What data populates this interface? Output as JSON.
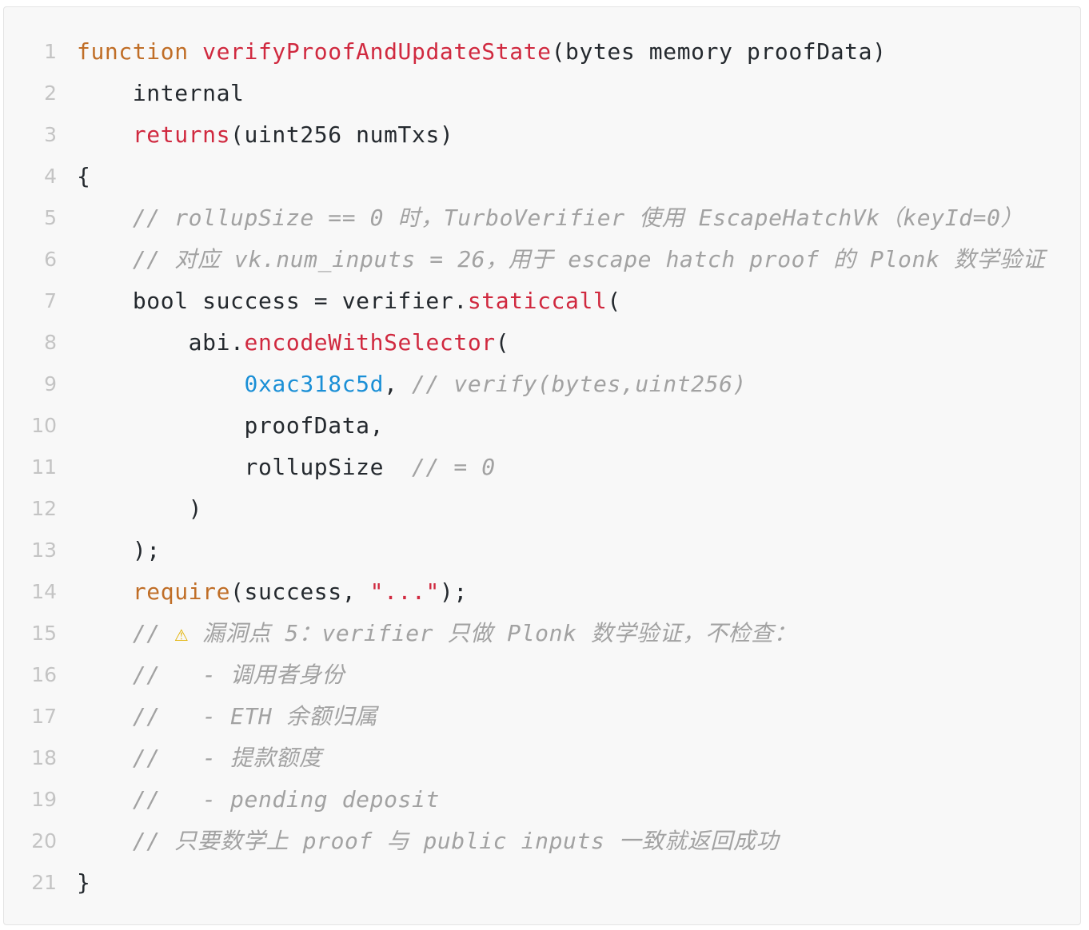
{
  "code": {
    "lines": [
      {
        "n": "1",
        "tokens": [
          {
            "t": "function",
            "k": "keyword"
          },
          {
            "t": " ",
            "k": "plain"
          },
          {
            "t": "verifyProofAndUpdateState",
            "k": "name"
          },
          {
            "t": "(bytes memory proofData)",
            "k": "plain"
          }
        ]
      },
      {
        "n": "2",
        "tokens": [
          {
            "t": "    internal",
            "k": "plain"
          }
        ]
      },
      {
        "n": "3",
        "tokens": [
          {
            "t": "    ",
            "k": "plain"
          },
          {
            "t": "returns",
            "k": "name"
          },
          {
            "t": "(uint256 numTxs)",
            "k": "plain"
          }
        ]
      },
      {
        "n": "4",
        "tokens": [
          {
            "t": "{",
            "k": "plain"
          }
        ]
      },
      {
        "n": "5",
        "tokens": [
          {
            "t": "    ",
            "k": "plain"
          },
          {
            "t": "// rollupSize == 0 时，TurboVerifier 使用 EscapeHatchVk（keyId=0）",
            "k": "comment"
          }
        ]
      },
      {
        "n": "6",
        "tokens": [
          {
            "t": "    ",
            "k": "plain"
          },
          {
            "t": "// 对应 vk.num_inputs = 26，用于 escape hatch proof 的 Plonk 数学验证",
            "k": "comment"
          }
        ]
      },
      {
        "n": "7",
        "tokens": [
          {
            "t": "    bool success = verifier.",
            "k": "plain"
          },
          {
            "t": "staticcall",
            "k": "name"
          },
          {
            "t": "(",
            "k": "plain"
          }
        ]
      },
      {
        "n": "8",
        "tokens": [
          {
            "t": "        abi.",
            "k": "plain"
          },
          {
            "t": "encodeWithSelector",
            "k": "name"
          },
          {
            "t": "(",
            "k": "plain"
          }
        ]
      },
      {
        "n": "9",
        "tokens": [
          {
            "t": "            ",
            "k": "plain"
          },
          {
            "t": "0xac318c5d",
            "k": "number"
          },
          {
            "t": ", ",
            "k": "plain"
          },
          {
            "t": "// verify(bytes,uint256)",
            "k": "comment"
          }
        ]
      },
      {
        "n": "10",
        "tokens": [
          {
            "t": "            proofData,",
            "k": "plain"
          }
        ]
      },
      {
        "n": "11",
        "tokens": [
          {
            "t": "            rollupSize  ",
            "k": "plain"
          },
          {
            "t": "// = 0",
            "k": "comment"
          }
        ]
      },
      {
        "n": "12",
        "tokens": [
          {
            "t": "        )",
            "k": "plain"
          }
        ]
      },
      {
        "n": "13",
        "tokens": [
          {
            "t": "    );",
            "k": "plain"
          }
        ]
      },
      {
        "n": "14",
        "tokens": [
          {
            "t": "    ",
            "k": "plain"
          },
          {
            "t": "require",
            "k": "keyword"
          },
          {
            "t": "(success, ",
            "k": "plain"
          },
          {
            "t": "\"...\"",
            "k": "string"
          },
          {
            "t": ");",
            "k": "plain"
          }
        ]
      },
      {
        "n": "15",
        "tokens": [
          {
            "t": "    ",
            "k": "plain"
          },
          {
            "t": "// ",
            "k": "comment"
          },
          {
            "t": "⚠",
            "k": "icon"
          },
          {
            "t": " 漏洞点 5：verifier 只做 Plonk 数学验证，不检查：",
            "k": "comment"
          }
        ]
      },
      {
        "n": "16",
        "tokens": [
          {
            "t": "    ",
            "k": "plain"
          },
          {
            "t": "//   - 调用者身份",
            "k": "comment"
          }
        ]
      },
      {
        "n": "17",
        "tokens": [
          {
            "t": "    ",
            "k": "plain"
          },
          {
            "t": "//   - ETH 余额归属",
            "k": "comment"
          }
        ]
      },
      {
        "n": "18",
        "tokens": [
          {
            "t": "    ",
            "k": "plain"
          },
          {
            "t": "//   - 提款额度",
            "k": "comment"
          }
        ]
      },
      {
        "n": "19",
        "tokens": [
          {
            "t": "    ",
            "k": "plain"
          },
          {
            "t": "//   - pending deposit",
            "k": "comment"
          }
        ]
      },
      {
        "n": "20",
        "tokens": [
          {
            "t": "    ",
            "k": "plain"
          },
          {
            "t": "// 只要数学上 proof 与 public inputs 一致就返回成功",
            "k": "comment"
          }
        ]
      },
      {
        "n": "21",
        "tokens": [
          {
            "t": "}",
            "k": "plain"
          }
        ]
      }
    ]
  }
}
